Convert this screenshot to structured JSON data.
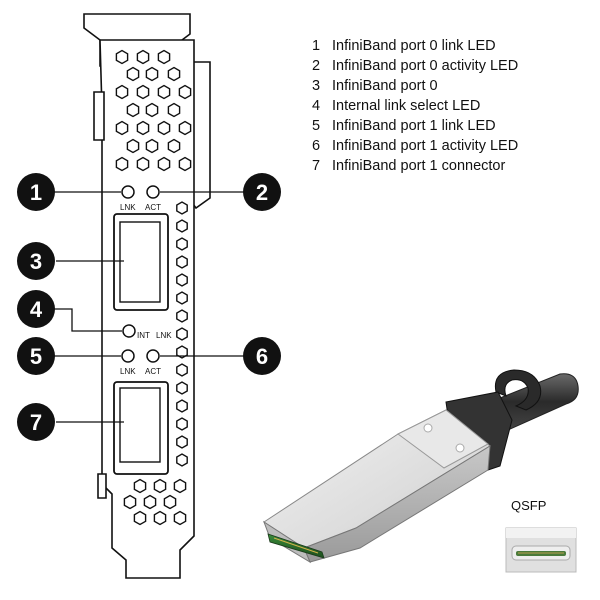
{
  "legend": [
    {
      "num": "1",
      "text": "InfiniBand port 0 link LED"
    },
    {
      "num": "2",
      "text": "InfiniBand port 0 activity LED"
    },
    {
      "num": "3",
      "text": "InfiniBand port 0"
    },
    {
      "num": "4",
      "text": "Internal link select LED"
    },
    {
      "num": "5",
      "text": "InfiniBand port 1 link LED"
    },
    {
      "num": "6",
      "text": "InfiniBand port 1 activity LED"
    },
    {
      "num": "7",
      "text": "InfiniBand port 1 connector"
    }
  ],
  "callouts": [
    "1",
    "2",
    "3",
    "4",
    "5",
    "6",
    "7"
  ],
  "bracket_labels": {
    "port0_lnk": "LNK",
    "port0_act": "ACT",
    "int": "INT",
    "int_lnk": "LNK",
    "port1_lnk": "LNK",
    "port1_act": "ACT"
  },
  "connector": {
    "label": "QSFP"
  }
}
